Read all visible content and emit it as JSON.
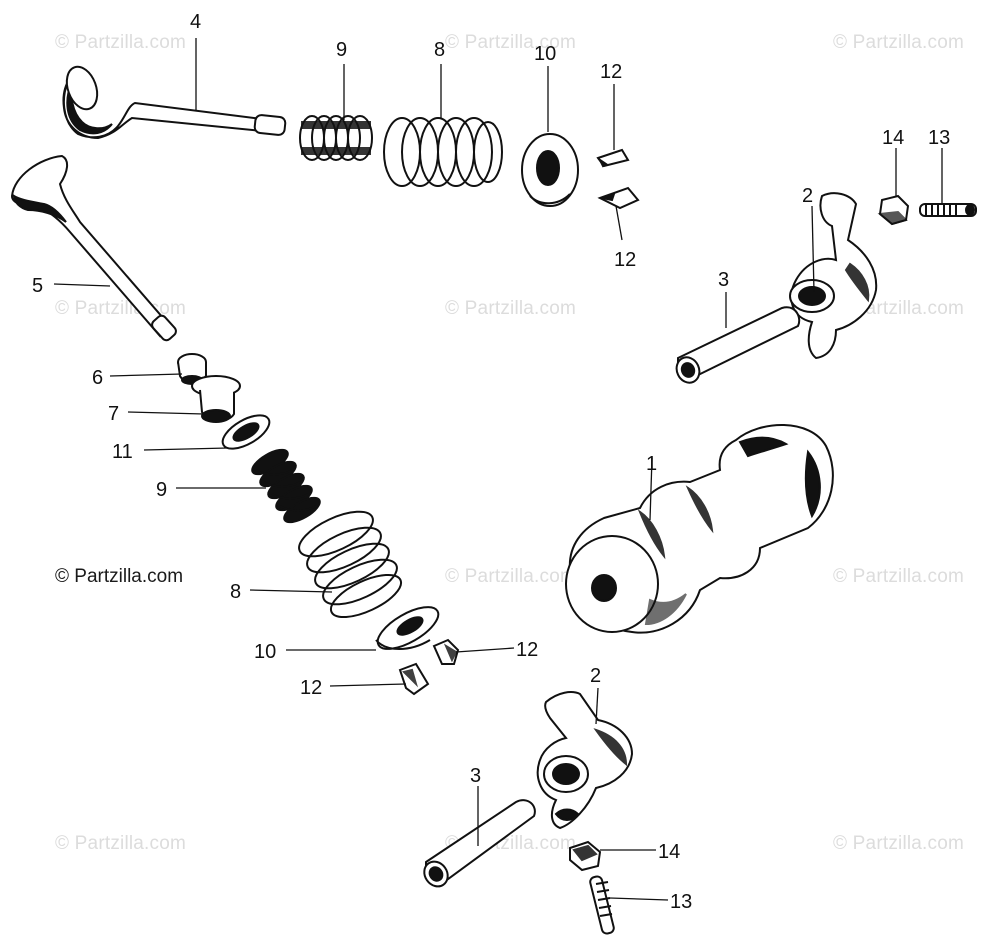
{
  "watermark": {
    "text": "© Partzilla.com",
    "color": "#dcdcdc",
    "dark_color": "#1a1a1a"
  },
  "callouts": {
    "c1": "1",
    "c2_upper": "2",
    "c2_lower": "2",
    "c3_upper": "3",
    "c3_lower": "3",
    "c4": "4",
    "c5": "5",
    "c6": "6",
    "c7": "7",
    "c8_upper": "8",
    "c8_lower": "8",
    "c9_upper": "9",
    "c9_lower": "9",
    "c10_upper": "10",
    "c10_lower": "10",
    "c11": "11",
    "c12_upper_a": "12",
    "c12_upper_b": "12",
    "c12_lower_a": "12",
    "c12_lower_b": "12",
    "c13_upper": "13",
    "c13_lower": "13",
    "c14_upper": "14",
    "c14_lower": "14"
  }
}
